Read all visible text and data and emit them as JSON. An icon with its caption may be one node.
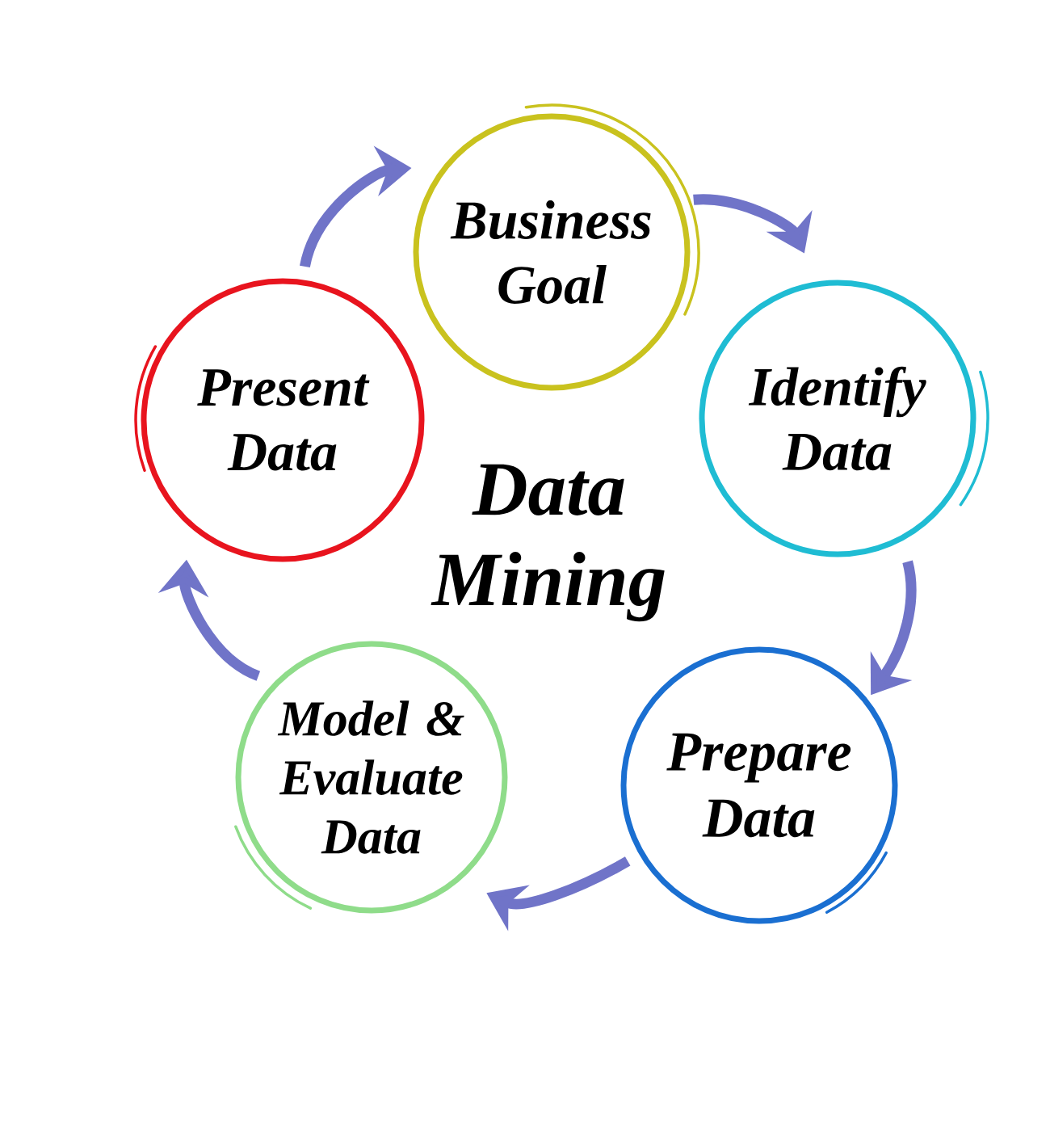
{
  "diagram": {
    "title": "Data Mining",
    "nodes": [
      {
        "text": [
          "Business Goal"
        ]
      },
      {
        "text": [
          "Identify Data"
        ]
      },
      {
        "text": [
          "Prepare Data"
        ]
      },
      {
        "text": [
          "Model & Evaluate Data"
        ]
      },
      {
        "text": [
          "Present Data"
        ]
      }
    ],
    "edges": [
      {
        "from": 0,
        "to": 1,
        "arrow": "to"
      },
      {
        "from": 1,
        "to": 2,
        "arrow": "to"
      },
      {
        "from": 2,
        "to": 3,
        "arrow": "to"
      },
      {
        "from": 3,
        "to": 4,
        "arrow": "to"
      },
      {
        "from": 4,
        "to": 0,
        "arrow": "to"
      }
    ]
  }
}
